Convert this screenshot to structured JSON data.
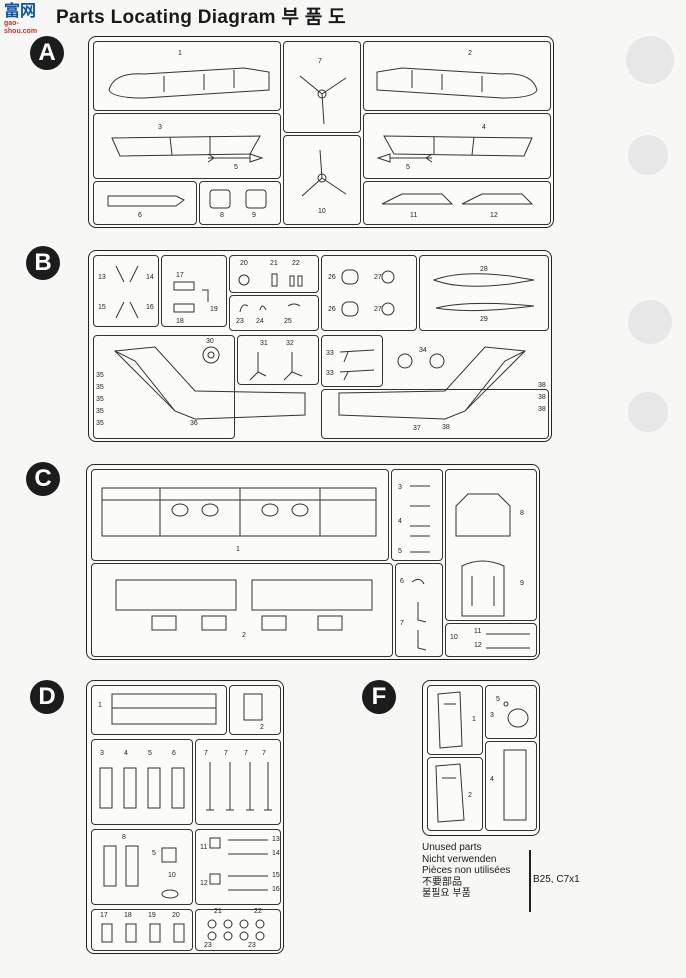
{
  "header": {
    "title": "Parts Locating Diagram  부 품 도",
    "watermark_logo": "富网",
    "watermark_url": "gao-shou.com"
  },
  "sprues": {
    "A": {
      "badge": "A",
      "parts": [
        "1",
        "2",
        "3",
        "4",
        "5",
        "5",
        "6",
        "7",
        "8",
        "9",
        "10",
        "11",
        "12"
      ]
    },
    "B": {
      "badge": "B",
      "parts": [
        "13",
        "14",
        "15",
        "16",
        "17",
        "18",
        "19",
        "20",
        "21",
        "22",
        "23",
        "24",
        "25",
        "26",
        "27",
        "26",
        "27",
        "28",
        "29",
        "30",
        "31",
        "32",
        "33",
        "33",
        "34",
        "35",
        "35",
        "35",
        "35",
        "35",
        "36",
        "37",
        "38",
        "38",
        "38",
        "38"
      ]
    },
    "C": {
      "badge": "C",
      "parts": [
        "1",
        "2",
        "3",
        "4",
        "5",
        "6",
        "7",
        "8",
        "9",
        "10",
        "11",
        "12"
      ]
    },
    "D": {
      "badge": "D",
      "parts": [
        "1",
        "2",
        "3",
        "4",
        "5",
        "6",
        "7",
        "7",
        "7",
        "7",
        "8",
        "5",
        "10",
        "11",
        "12",
        "13",
        "14",
        "15",
        "16",
        "17",
        "18",
        "19",
        "20",
        "21",
        "22",
        "23",
        "23"
      ]
    },
    "F": {
      "badge": "F",
      "parts": [
        "1",
        "2",
        "3",
        "4",
        "5"
      ]
    }
  },
  "unused": {
    "lines": [
      "Unused parts",
      "Nicht verwenden",
      "Pièces non utilisées",
      "不要部品",
      "불필요 부품"
    ],
    "refs": "B25, C7x1"
  }
}
